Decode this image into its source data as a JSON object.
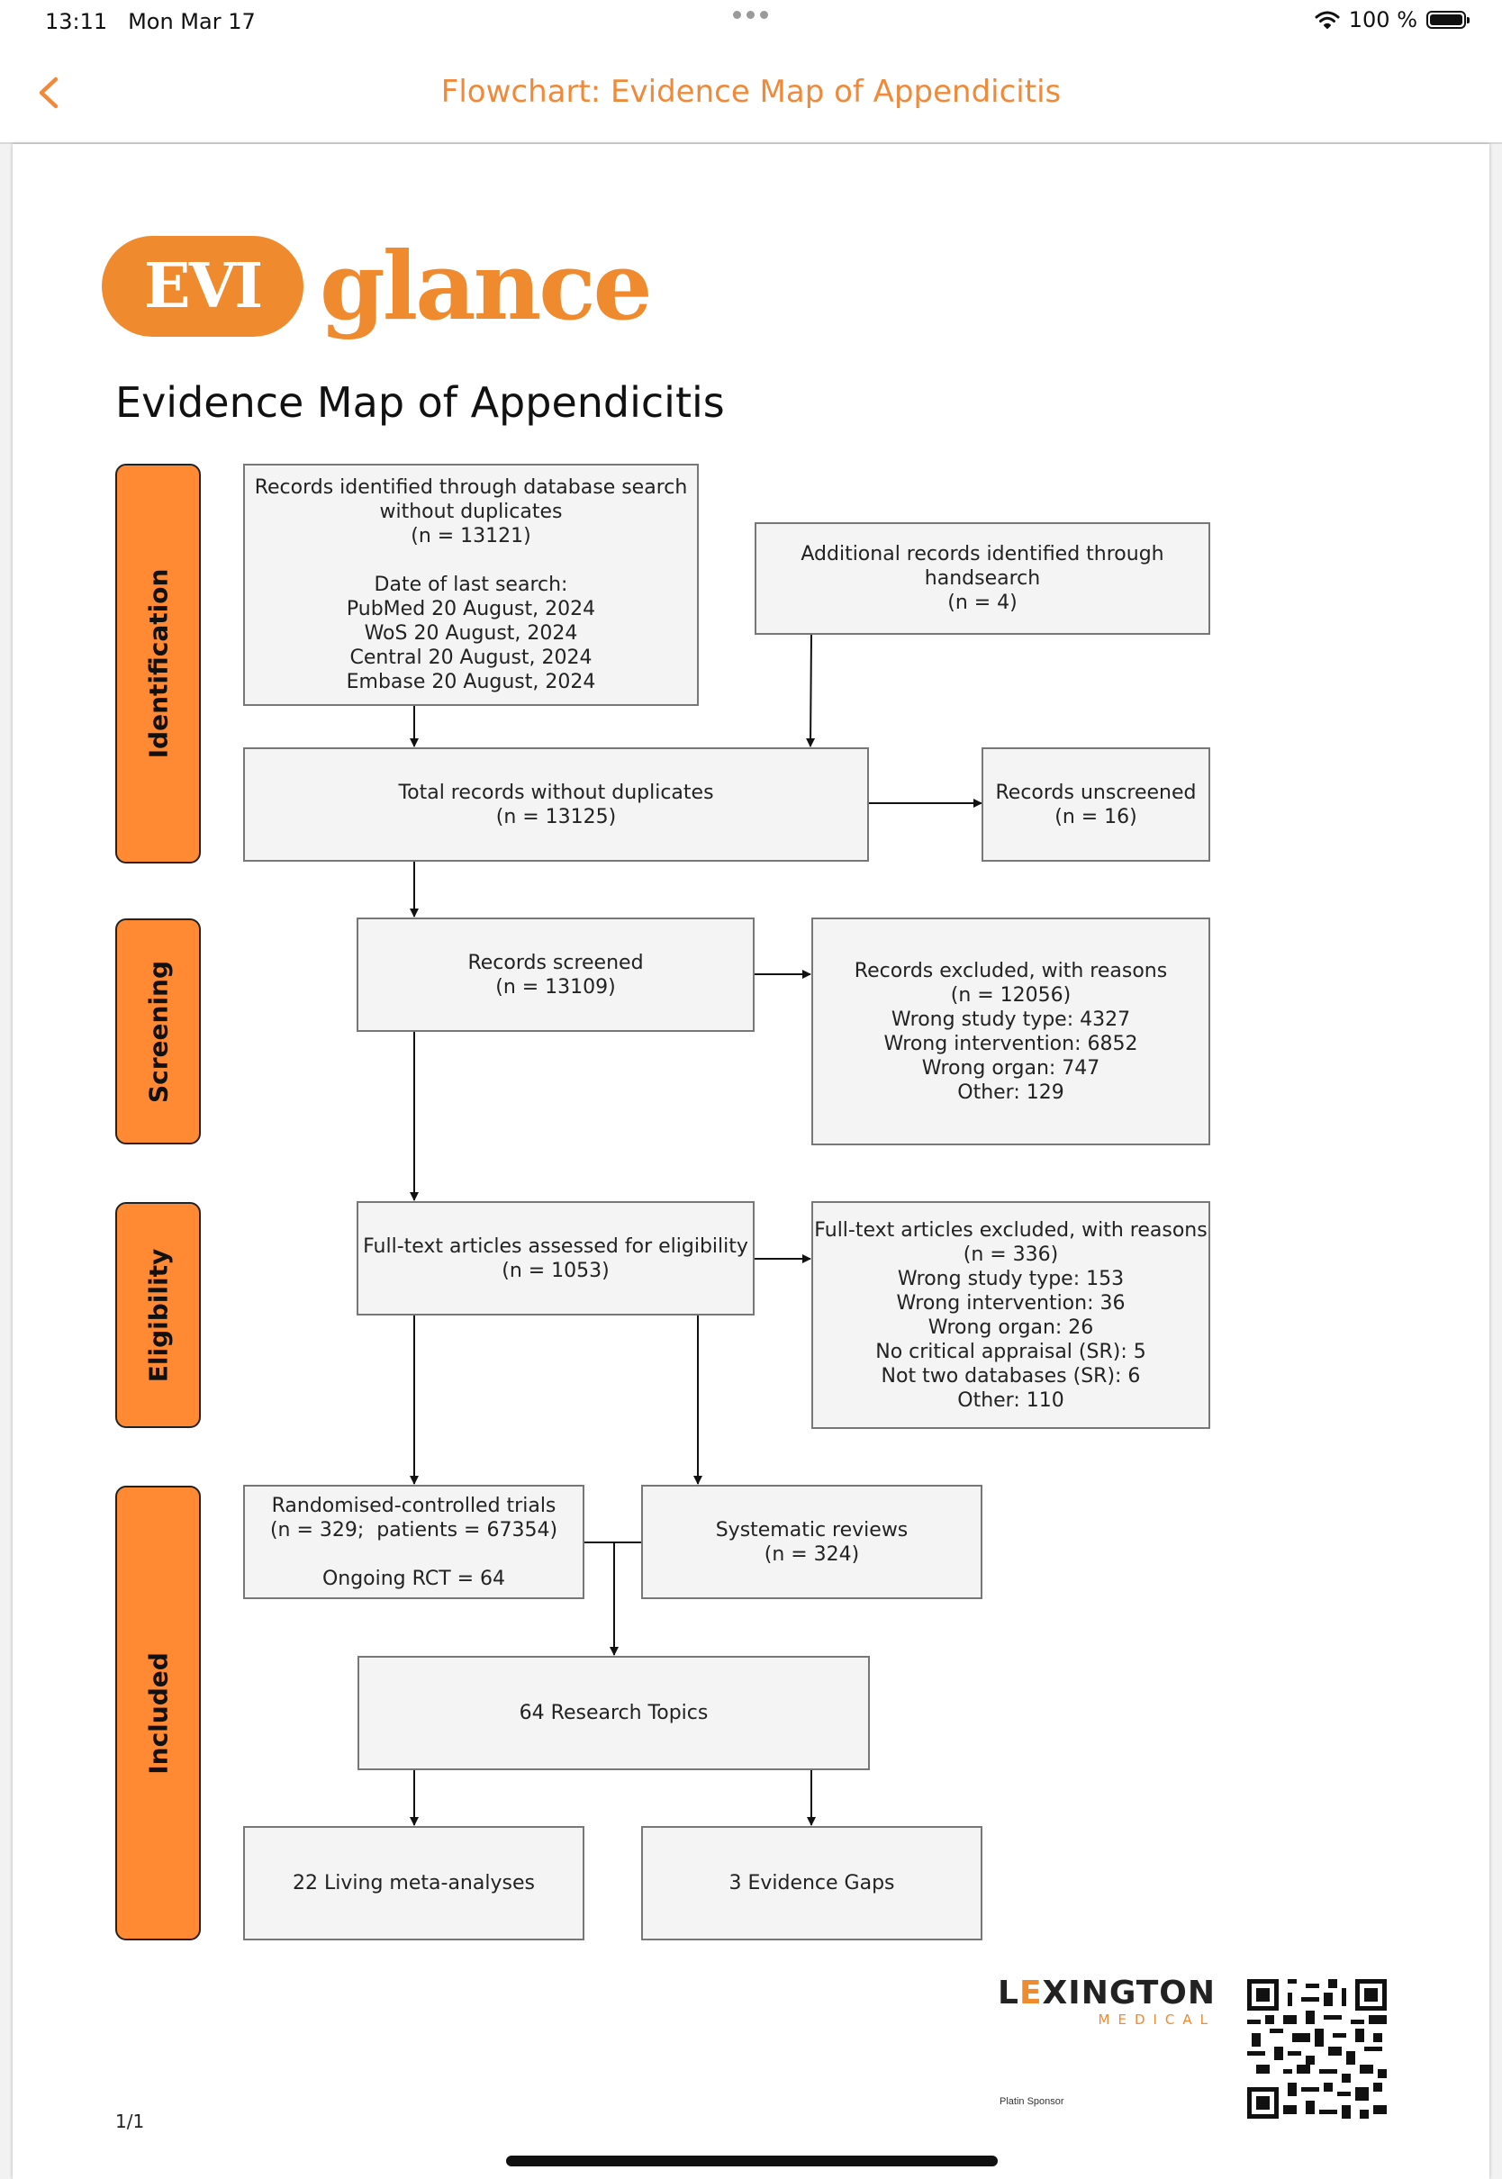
{
  "status_bar": {
    "time": "13:11",
    "date": "Mon Mar 17",
    "battery": "100 %",
    "icons": [
      "wifi-icon",
      "battery-icon"
    ]
  },
  "nav": {
    "title": "Flowchart: Evidence Map of Appendicitis",
    "back_icon": "chevron-left-icon"
  },
  "logo": {
    "pill_text": "EVI",
    "word": "glance"
  },
  "document": {
    "title": "Evidence Map of Appendicitis",
    "page_indicator": "1/1"
  },
  "stages": [
    "Identification",
    "Screening",
    "Eligibility",
    "Included"
  ],
  "boxes": {
    "db_search": [
      "Records identified through database search",
      "without duplicates",
      "(n = 13121)",
      "",
      "Date of last search:",
      "PubMed 20 August, 2024",
      "WoS 20 August, 2024",
      "Central 20 August, 2024",
      "Embase 20 August, 2024"
    ],
    "handsearch": [
      "Additional records identified through",
      "handsearch",
      "(n = 4)"
    ],
    "total": [
      "Total records without duplicates",
      "(n = 13125)"
    ],
    "unscreened": [
      "Records unscreened",
      "(n = 16)"
    ],
    "screened": [
      "Records screened",
      "(n = 13109)"
    ],
    "excluded": [
      "Records excluded, with reasons",
      "(n = 12056)",
      "Wrong study type: 4327",
      "Wrong intervention: 6852",
      "Wrong organ: 747",
      "Other: 129"
    ],
    "fulltext": [
      "Full-text articles assessed for eligibility",
      "(n = 1053)"
    ],
    "ft_excluded": [
      "Full-text articles excluded, with reasons",
      "(n = 336)",
      "Wrong study type: 153",
      "Wrong intervention: 36",
      "Wrong organ: 26",
      "No critical appraisal (SR): 5",
      "Not two databases (SR): 6",
      "Other: 110"
    ],
    "rct": [
      "Randomised-controlled trials",
      "(n = 329;  patients = 67354)",
      "",
      "Ongoing RCT = 64"
    ],
    "sr": [
      "Systematic reviews",
      "(n = 324)"
    ],
    "topics": [
      "64 Research Topics"
    ],
    "lma": [
      "22 Living meta-analyses"
    ],
    "gaps": [
      "3 Evidence Gaps"
    ]
  },
  "sponsor": {
    "name": "LEXINGTON",
    "subtitle": "MEDICAL",
    "label": "Platin Sponsor"
  },
  "colors": {
    "accent": "#F08A2E",
    "stage_fill": "#FF8A33",
    "box_fill": "#f4f4f4"
  }
}
